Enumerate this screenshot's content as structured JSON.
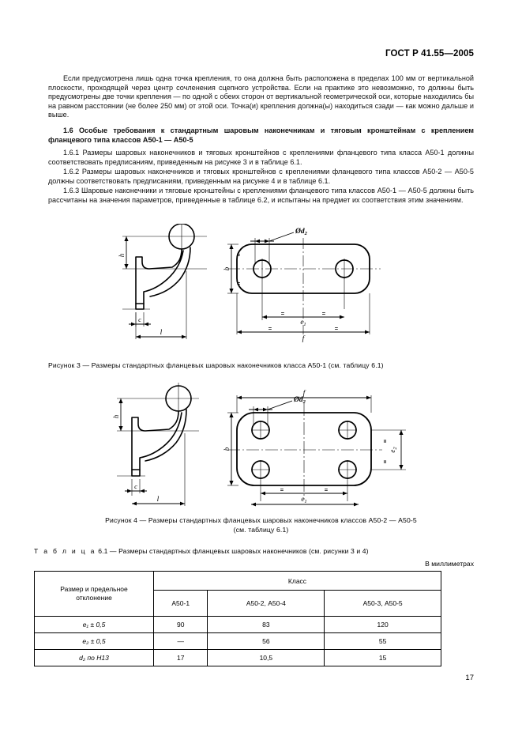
{
  "header": {
    "standard": "ГОСТ Р 41.55—2005"
  },
  "body": {
    "para1": "Если предусмотрена лишь одна точка крепления, то она должна быть расположена в пределах 100 мм от вертикальной плоскости, проходящей через центр сочленения сцепного устройства. Если на практике это невозможно, то должны быть предусмотрены две точки крепления — по одной с обеих сторон от вертикальной геометрической оси, которые находились бы на равном расстоянии (не более 250 мм) от этой оси. Точка(и) крепления должна(ы) находиться сзади — как можно дальше и выше.",
    "section_title": "1.6  Особые требования к стандартным шаровым наконечникам и тяговым кронштейнам с креплением фланцевого типа классов А50-1 — А50-5",
    "para_161": "1.6.1  Размеры шаровых наконечников и тяговых кронштейнов с креплениями фланцевого типа класса А50-1 должны соответствовать предписаниям, приведенным на рисунке 3 и в таблице 6.1.",
    "para_162": "1.6.2  Размеры шаровых наконечников и тяговых кронштейнов с креплениями фланцевого типа классов А50-2 — А50-5 должны соответствовать предписаниям, приведенным на рисунке 4 и в таблице 6.1.",
    "para_163": "1.6.3  Шаровые наконечники и тяговые кронштейны с креплениями фланцевого типа классов А50-1 — А50-5 должны быть рассчитаны на значения параметров, приведенные в таблице 6.2, и испытаны на предмет их соответствия этим значениям."
  },
  "figure3": {
    "caption": "Рисунок 3 — Размеры стандартных фланцевых шаровых наконечников класса А50-1 (см. таблицу 6.1)",
    "labels": {
      "h": "h",
      "c": "c",
      "l": "l",
      "b": "b",
      "d2": "Ød₂",
      "e1": "e₁",
      "f": "f",
      "eq": "="
    }
  },
  "figure4": {
    "caption_line1": "Рисунок 4 — Размеры стандартных фланцевых шаровых наконечников классов А50-2 — А50-5",
    "caption_line2": "(см. таблицу 6.1)",
    "labels": {
      "h": "h",
      "c": "c",
      "l": "l",
      "b": "b",
      "d2": "Ød₂",
      "e1": "e₁",
      "e2": "e₂",
      "f": "f",
      "eq": "="
    }
  },
  "table": {
    "title_prefix": "Т а б л и ц а",
    "title_rest": "6.1 — Размеры стандартных фланцевых шаровых наконечников (см. рисунки 3 и 4)",
    "units_note": "В миллиметрах",
    "col_header_param": "Размер и предельное отклонение",
    "col_header_group": "Класс",
    "columns": [
      "А50-1",
      "А50-2, А50-4",
      "А50-3, А50-5"
    ],
    "rows": [
      {
        "param": "e₁ ± 0,5",
        "values": [
          "90",
          "83",
          "120"
        ]
      },
      {
        "param": "e₂ ± 0,5",
        "values": [
          "—",
          "56",
          "55"
        ]
      },
      {
        "param": "d₂ по H13",
        "values": [
          "17",
          "10,5",
          "15"
        ]
      }
    ]
  },
  "footer": {
    "page_number": "17"
  }
}
